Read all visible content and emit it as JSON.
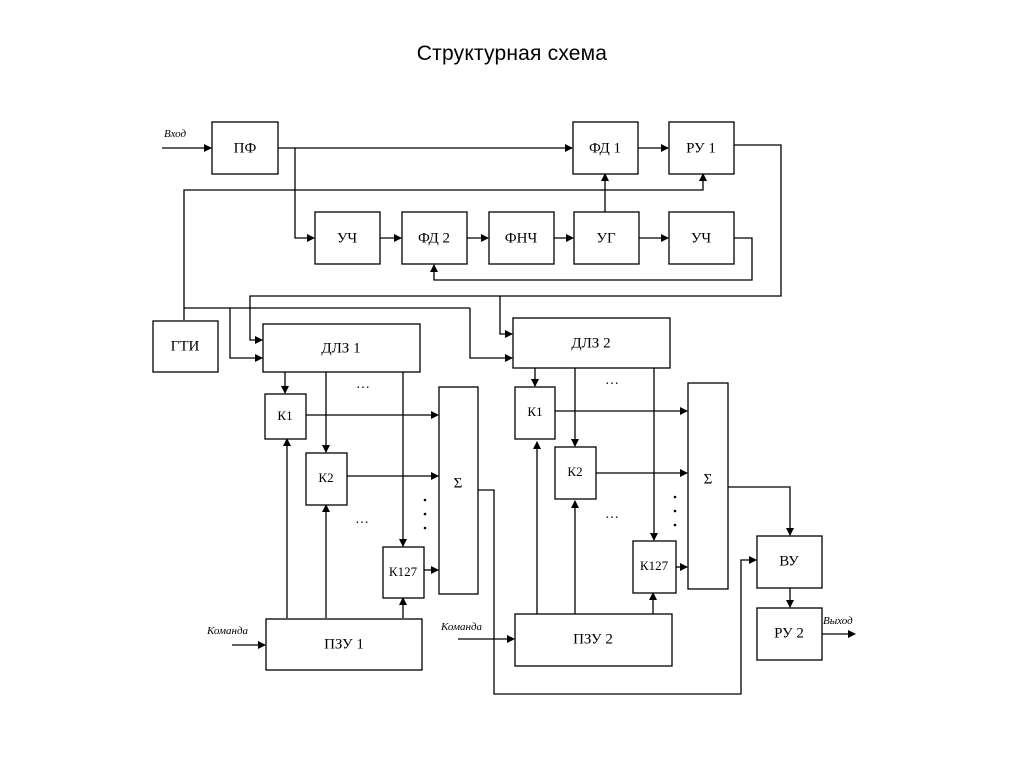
{
  "title": "Структурная  схема",
  "blocks": {
    "pf": "ПФ",
    "fd1": "ФД 1",
    "ru1": "РУ 1",
    "uch1": "УЧ",
    "fd2": "ФД 2",
    "fnch": "ФНЧ",
    "ug": "УГ",
    "uch2": "УЧ",
    "gti": "ГТИ",
    "dlz1": "ДЛЗ 1",
    "dlz2": "ДЛЗ 2",
    "k1_a": "К1",
    "k2_a": "К2",
    "k127_a": "К127",
    "sum_a": "Σ",
    "k1_b": "К1",
    "k2_b": "К2",
    "k127_b": "К127",
    "sum_b": "Σ",
    "vu": "ВУ",
    "ru2": "РУ 2",
    "pzu1": "ПЗУ 1",
    "pzu2": "ПЗУ 2"
  },
  "labels": {
    "input": "Вход",
    "output": "Выход",
    "command1": "Команда",
    "command2": "Команда",
    "ellipsis": "…",
    "vdots": "·"
  }
}
